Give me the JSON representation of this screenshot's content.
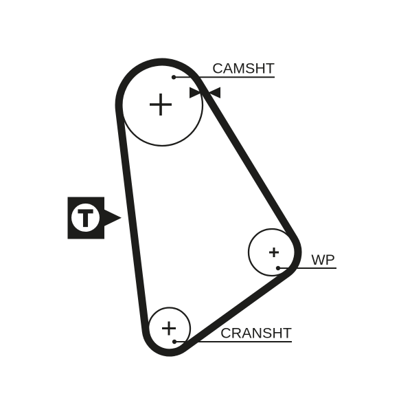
{
  "diagram": {
    "pulleys": [
      {
        "id": "camshaft",
        "label": "CAMSHT",
        "center_mark": "+"
      },
      {
        "id": "water_pump",
        "label": "WP",
        "center_mark": "+"
      },
      {
        "id": "crankshaft",
        "label": "CRANSHT",
        "center_mark": "+"
      }
    ],
    "tensioner": {
      "symbol": "T",
      "icon": "tensioner-pointer-icon"
    },
    "timing_marks": {
      "icon": "opposing-arrowheads-icon"
    },
    "colors": {
      "ink": "#1d1d1b",
      "background": "#ffffff"
    }
  }
}
